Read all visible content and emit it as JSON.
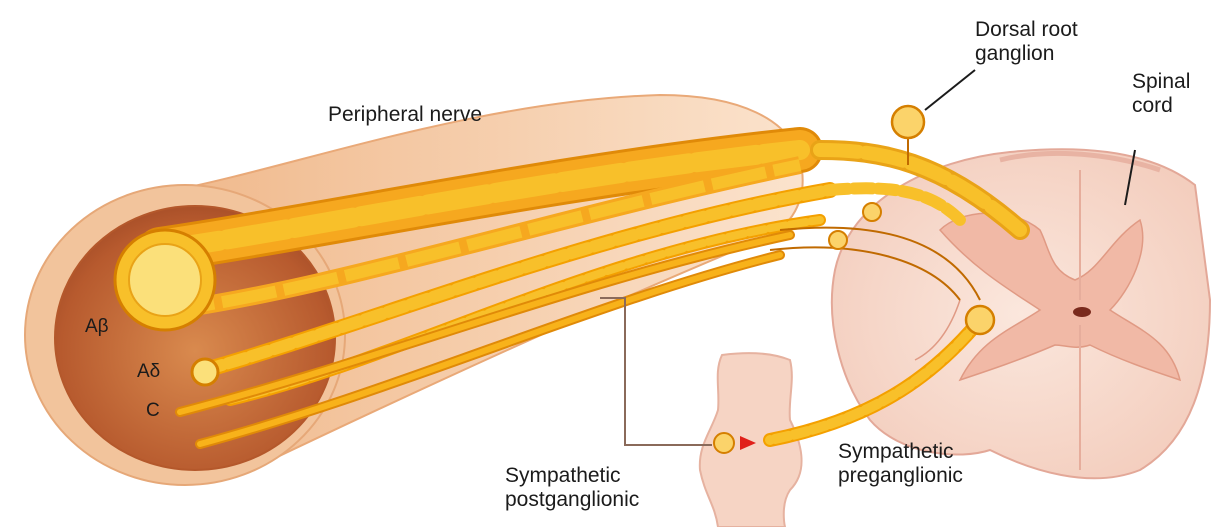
{
  "labels": {
    "peripheral_nerve": "Peripheral nerve",
    "dorsal_root_ganglion": [
      "Dorsal root",
      "ganglion"
    ],
    "spinal_cord": [
      "Spinal",
      "cord"
    ],
    "fiber_a_beta": "Aβ",
    "fiber_a_delta": "Aδ",
    "fiber_c": "C",
    "sympathetic_postganglionic": [
      "Sympathetic",
      "postganglionic"
    ],
    "sympathetic_preganglionic": [
      "Sympathetic",
      "preganglionic"
    ]
  },
  "colors": {
    "nerve_sheath": "#f6c9a0",
    "nerve_cross_section": "#c86a3a",
    "a_beta_fiber": "#f2a51c",
    "myelin": "#f8c02a",
    "c_fiber": "#f4a000",
    "spinal_cord": "#f7ddd3",
    "grey_matter": "#f1b9a6",
    "sympathetic_ganglion": "#f6d4c4",
    "outline": "#cf7a00"
  }
}
